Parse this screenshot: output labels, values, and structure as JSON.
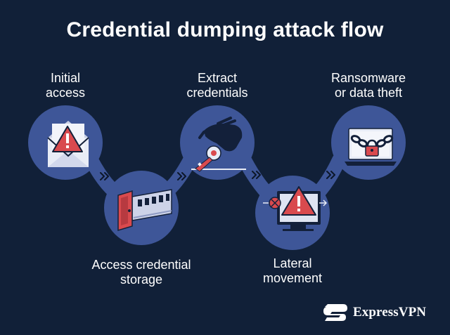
{
  "title": "Credential dumping attack flow",
  "steps": [
    {
      "label": "Initial\naccess",
      "icon": "warning-envelope-icon"
    },
    {
      "label": "Access credential\nstorage",
      "icon": "memory-module-icon"
    },
    {
      "label": "Extract\ncredentials",
      "icon": "gloved-hand-key-icon"
    },
    {
      "label": "Lateral\nmovement",
      "icon": "warning-monitor-icon"
    },
    {
      "label": "Ransomware\nor data theft",
      "icon": "chained-laptop-icon"
    }
  ],
  "brand": {
    "name": "ExpressVPN"
  },
  "colors": {
    "background": "#112038",
    "circle": "#3e5698",
    "red": "#d94a4e",
    "navy": "#13203a",
    "light": "#e8ecf6"
  }
}
